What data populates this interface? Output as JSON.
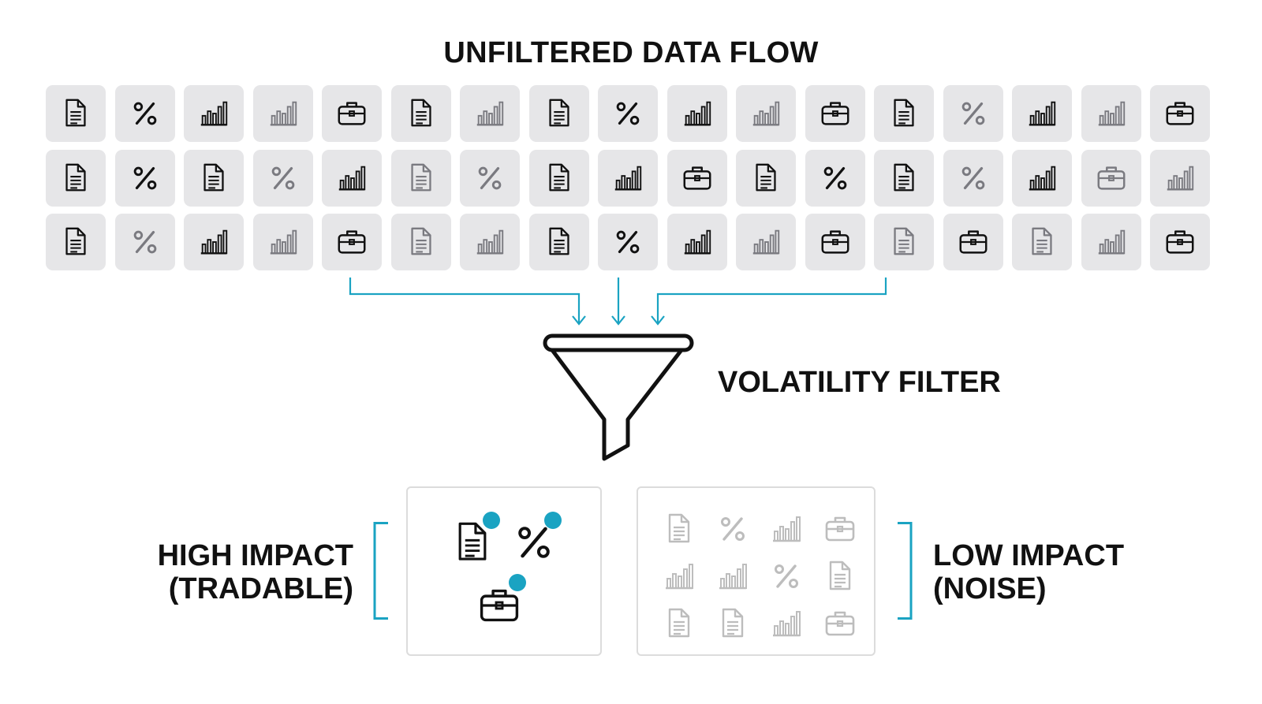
{
  "header": {
    "title": "UNFILTERED DATA FLOW"
  },
  "filter": {
    "label": "VOLATILITY FILTER"
  },
  "outputs": {
    "high": {
      "line1": "HIGH IMPACT",
      "line2": "(TRADABLE)"
    },
    "low": {
      "line1": "LOW IMPACT",
      "line2": "(NOISE)"
    }
  },
  "colors": {
    "accent": "#1aa3c2",
    "tile_bg": "#e6e6e8",
    "dark_icon": "#111111",
    "muted_icon": "#7a7a80",
    "faint_icon": "#bdbdbd"
  },
  "icon_types": {
    "doc": "document-icon",
    "pct": "percent-icon",
    "bar": "bar-chart-icon",
    "brief": "briefcase-icon"
  },
  "grid_rows": [
    [
      "doc:dark",
      "pct:dark",
      "bar:dark",
      "bar:muted",
      "brief:dark",
      "doc:dark",
      "bar:muted",
      "doc:dark",
      "pct:dark",
      "bar:dark",
      "bar:muted",
      "brief:dark",
      "doc:dark",
      "pct:muted",
      "bar:dark",
      "bar:muted",
      "brief:dark"
    ],
    [
      "doc:dark",
      "pct:dark",
      "doc:dark",
      "pct:muted",
      "bar:dark",
      "doc:muted",
      "pct:muted",
      "doc:dark",
      "bar:dark",
      "brief:dark",
      "doc:dark",
      "pct:dark",
      "doc:dark",
      "pct:muted",
      "bar:dark",
      "brief:muted",
      "bar:muted"
    ],
    [
      "doc:dark",
      "pct:muted",
      "bar:dark",
      "bar:muted",
      "brief:dark",
      "doc:muted",
      "bar:muted",
      "doc:dark",
      "pct:dark",
      "bar:dark",
      "bar:muted",
      "brief:dark",
      "doc:muted",
      "brief:dark",
      "doc:muted",
      "bar:muted",
      "brief:dark"
    ]
  ],
  "high_icons": [
    "doc",
    "pct",
    "brief"
  ],
  "low_icons": [
    "doc",
    "pct",
    "bar",
    "brief",
    "bar",
    "bar",
    "pct",
    "doc",
    "doc",
    "doc",
    "bar",
    "brief"
  ]
}
